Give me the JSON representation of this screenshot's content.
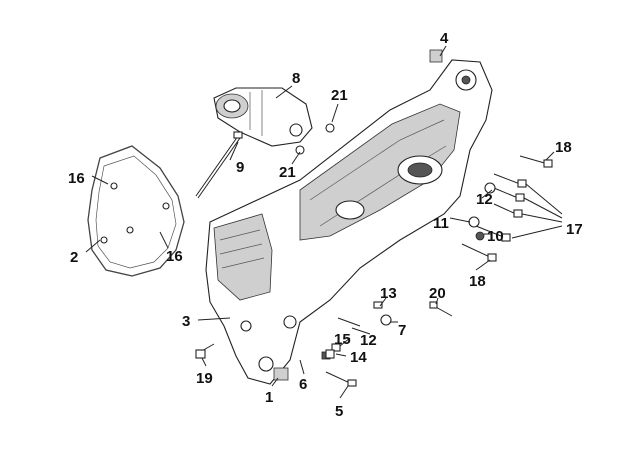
{
  "diagram": {
    "callouts": [
      {
        "id": "c4a",
        "label": "4"
      },
      {
        "id": "c8",
        "label": "8"
      },
      {
        "id": "c21a",
        "label": "21"
      },
      {
        "id": "c21b",
        "label": "21"
      },
      {
        "id": "c9",
        "label": "9"
      },
      {
        "id": "c16a",
        "label": "16"
      },
      {
        "id": "c16b",
        "label": "16"
      },
      {
        "id": "c2",
        "label": "2"
      },
      {
        "id": "c18a",
        "label": "18"
      },
      {
        "id": "c12a",
        "label": "12"
      },
      {
        "id": "c11",
        "label": "11"
      },
      {
        "id": "c10",
        "label": "10"
      },
      {
        "id": "c17",
        "label": "17"
      },
      {
        "id": "c18b",
        "label": "18"
      },
      {
        "id": "c13",
        "label": "13"
      },
      {
        "id": "c20",
        "label": "20"
      },
      {
        "id": "c3",
        "label": "3"
      },
      {
        "id": "c7",
        "label": "7"
      },
      {
        "id": "c15",
        "label": "15"
      },
      {
        "id": "c12b",
        "label": "12"
      },
      {
        "id": "c14",
        "label": "14"
      },
      {
        "id": "c19",
        "label": "19"
      },
      {
        "id": "c6",
        "label": "6"
      },
      {
        "id": "c1",
        "label": "1"
      },
      {
        "id": "c5",
        "label": "5"
      }
    ]
  }
}
